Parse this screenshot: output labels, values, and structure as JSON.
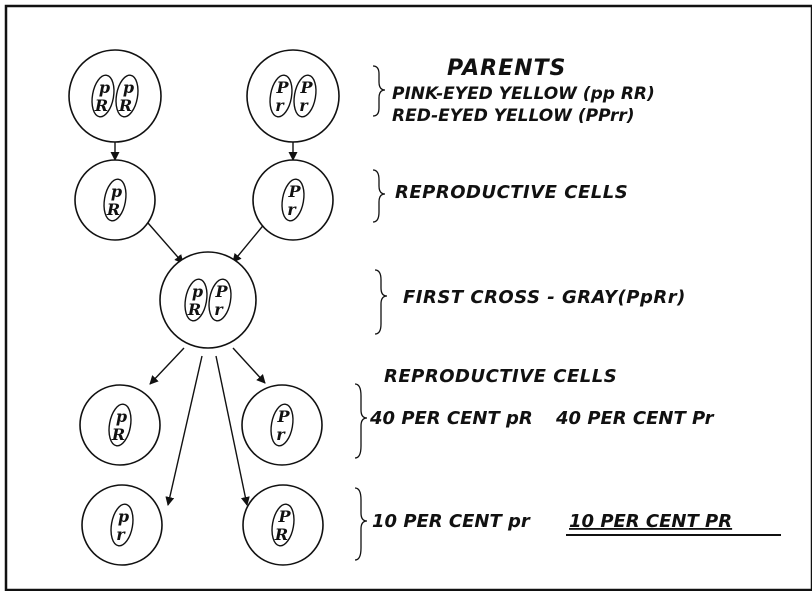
{
  "labels": {
    "parents_title": "PARENTS",
    "parent1": "PINK-EYED YELLOW (pp RR)",
    "parent2": "RED-EYED YELLOW (PPrr)",
    "repro1": "REPRODUCTIVE CELLS",
    "first_cross": "FIRST CROSS - GRAY(PpRr)",
    "repro2": "REPRODUCTIVE CELLS",
    "pct_pR": "40 PER CENT pR",
    "pct_Pr": "40 PER CENT Pr",
    "pct_pr": "10 PER CENT pr",
    "pct_PR": "10 PER CENT PR"
  },
  "cells": {
    "parent_left": [
      [
        "p",
        "R"
      ],
      [
        "p",
        "R"
      ]
    ],
    "parent_right": [
      [
        "P",
        "r"
      ],
      [
        "P",
        "r"
      ]
    ],
    "gamete_left": [
      [
        "p",
        "R"
      ]
    ],
    "gamete_right": [
      [
        "P",
        "r"
      ]
    ],
    "hybrid": [
      [
        "p",
        "R"
      ],
      [
        "P",
        "r"
      ]
    ],
    "f2_pR": [
      [
        "p",
        "R"
      ]
    ],
    "f2_Pr": [
      [
        "P",
        "r"
      ]
    ],
    "f2_pr": [
      [
        "p",
        "r"
      ]
    ],
    "f2_PR": [
      [
        "P",
        "R"
      ]
    ]
  },
  "colors": {
    "ink": "#111111",
    "paper": "#ffffff"
  }
}
